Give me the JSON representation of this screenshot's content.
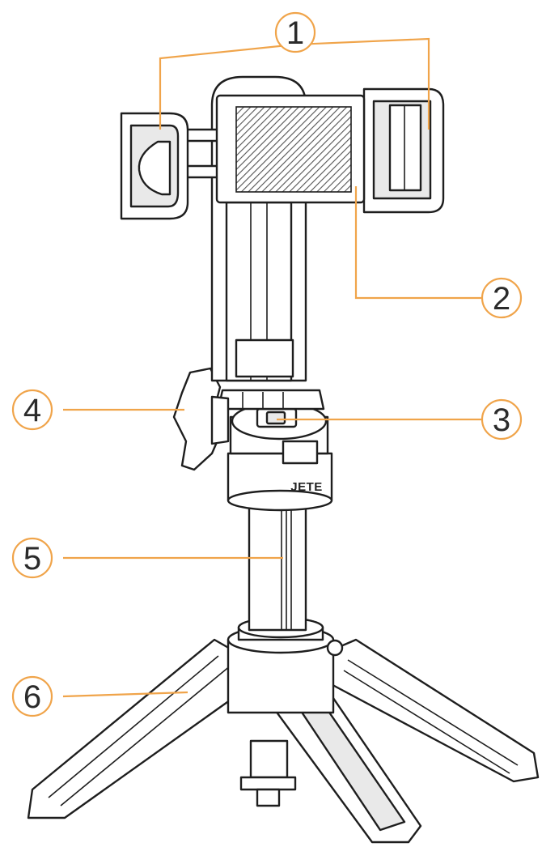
{
  "diagram": {
    "brand_label": "JETE",
    "callouts": [
      "1",
      "2",
      "3",
      "4",
      "5",
      "6"
    ],
    "colors": {
      "callout": "#f0a44a",
      "line": "#1e1e1e",
      "fill": "#ffffff",
      "shade": "#e9e9e9"
    }
  }
}
